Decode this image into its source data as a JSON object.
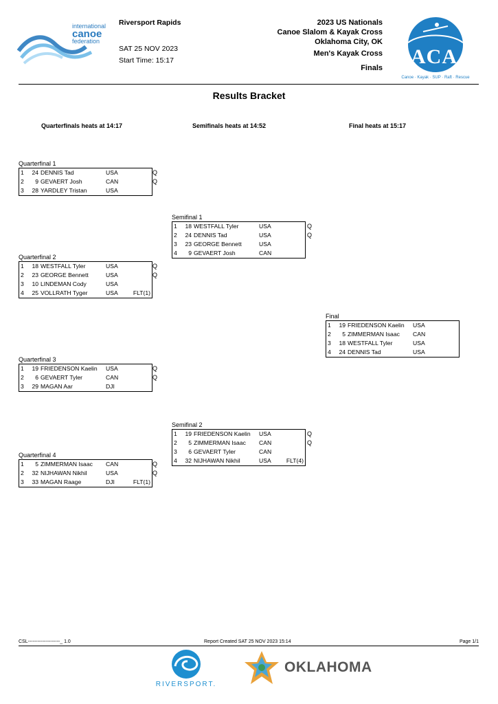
{
  "header": {
    "venue": "Riversport Rapids",
    "date": "SAT 25 NOV 2023",
    "start_time": "Start Time: 15:17",
    "event_line1": "2023 US Nationals",
    "event_line2": "Canoe Slalom & Kayak Cross",
    "event_line3": "Oklahoma City, OK",
    "event_line4": "Men's Kayak Cross",
    "event_line5": "Finals",
    "icf_logo": {
      "line1": "international",
      "line2": "canoe",
      "line3": "federation"
    },
    "aca_logo": {
      "text": "ACA",
      "tagline": "Canoe · Kayak · SUP · Raft · Rescue"
    }
  },
  "title": "Results Bracket",
  "rounds": {
    "qf_label": "Quarterfinals heats at 14:17",
    "sf_label": "Semifinals heats at 14:52",
    "f_label": "Final heats at 15:17"
  },
  "heats": {
    "qf1": {
      "title": "Quarterfinal 1",
      "rows": [
        {
          "rank": "1",
          "bib": "24",
          "name": "DENNIS Tad",
          "nat": "USA",
          "note": "",
          "q": "Q"
        },
        {
          "rank": "2",
          "bib": "9",
          "name": "GEVAERT Josh",
          "nat": "CAN",
          "note": "",
          "q": "Q"
        },
        {
          "rank": "3",
          "bib": "28",
          "name": "YARDLEY Tristan",
          "nat": "USA",
          "note": "",
          "q": ""
        }
      ]
    },
    "qf2": {
      "title": "Quarterfinal 2",
      "rows": [
        {
          "rank": "1",
          "bib": "18",
          "name": "WESTFALL Tyler",
          "nat": "USA",
          "note": "",
          "q": "Q"
        },
        {
          "rank": "2",
          "bib": "23",
          "name": "GEORGE Bennett",
          "nat": "USA",
          "note": "",
          "q": "Q"
        },
        {
          "rank": "3",
          "bib": "10",
          "name": "LINDEMAN Cody",
          "nat": "USA",
          "note": "",
          "q": ""
        },
        {
          "rank": "4",
          "bib": "25",
          "name": "VOLLRATH Tyger",
          "nat": "USA",
          "note": "FLT(1)",
          "q": ""
        }
      ]
    },
    "qf3": {
      "title": "Quarterfinal 3",
      "rows": [
        {
          "rank": "1",
          "bib": "19",
          "name": "FRIEDENSON Kaelin",
          "nat": "USA",
          "note": "",
          "q": "Q"
        },
        {
          "rank": "2",
          "bib": "6",
          "name": "GEVAERT Tyler",
          "nat": "CAN",
          "note": "",
          "q": "Q"
        },
        {
          "rank": "3",
          "bib": "29",
          "name": "MAGAN Aar",
          "nat": "DJI",
          "note": "",
          "q": ""
        }
      ]
    },
    "qf4": {
      "title": "Quarterfinal 4",
      "rows": [
        {
          "rank": "1",
          "bib": "5",
          "name": "ZIMMERMAN Isaac",
          "nat": "CAN",
          "note": "",
          "q": "Q"
        },
        {
          "rank": "2",
          "bib": "32",
          "name": "NIJHAWAN Nikhil",
          "nat": "USA",
          "note": "",
          "q": "Q"
        },
        {
          "rank": "3",
          "bib": "33",
          "name": "MAGAN Raage",
          "nat": "DJI",
          "note": "FLT(1)",
          "q": ""
        }
      ]
    },
    "sf1": {
      "title": "Semifinal 1",
      "rows": [
        {
          "rank": "1",
          "bib": "18",
          "name": "WESTFALL Tyler",
          "nat": "USA",
          "note": "",
          "q": "Q"
        },
        {
          "rank": "2",
          "bib": "24",
          "name": "DENNIS Tad",
          "nat": "USA",
          "note": "",
          "q": "Q"
        },
        {
          "rank": "3",
          "bib": "23",
          "name": "GEORGE Bennett",
          "nat": "USA",
          "note": "",
          "q": ""
        },
        {
          "rank": "4",
          "bib": "9",
          "name": "GEVAERT Josh",
          "nat": "CAN",
          "note": "",
          "q": ""
        }
      ]
    },
    "sf2": {
      "title": "Semifinal 2",
      "rows": [
        {
          "rank": "1",
          "bib": "19",
          "name": "FRIEDENSON Kaelin",
          "nat": "USA",
          "note": "",
          "q": "Q"
        },
        {
          "rank": "2",
          "bib": "5",
          "name": "ZIMMERMAN Isaac",
          "nat": "CAN",
          "note": "",
          "q": "Q"
        },
        {
          "rank": "3",
          "bib": "6",
          "name": "GEVAERT Tyler",
          "nat": "CAN",
          "note": "",
          "q": ""
        },
        {
          "rank": "4",
          "bib": "32",
          "name": "NIJHAWAN Nikhil",
          "nat": "USA",
          "note": "FLT(4)",
          "q": ""
        }
      ]
    },
    "final": {
      "title": "Final",
      "rows": [
        {
          "rank": "1",
          "bib": "19",
          "name": "FRIEDENSON Kaelin",
          "nat": "USA",
          "note": "",
          "q": ""
        },
        {
          "rank": "2",
          "bib": "5",
          "name": "ZIMMERMAN Isaac",
          "nat": "CAN",
          "note": "",
          "q": ""
        },
        {
          "rank": "3",
          "bib": "18",
          "name": "WESTFALL Tyler",
          "nat": "USA",
          "note": "",
          "q": ""
        },
        {
          "rank": "4",
          "bib": "24",
          "name": "DENNIS Tad",
          "nat": "USA",
          "note": "",
          "q": ""
        }
      ]
    }
  },
  "footer": {
    "code": "CSL--------------------_ 1.0",
    "report_created": "Report Created SAT 25 NOV 2023 15:14",
    "page": "Page 1/1",
    "riversport_logo": "RIVERSPORT.",
    "oklahoma_logo": "OKLAHOMA"
  },
  "colors": {
    "icf_blue": "#2a7bbf",
    "aca_blue": "#1f7fc4",
    "riversport_blue": "#1e8fd0",
    "oklahoma_gray": "#555555"
  }
}
